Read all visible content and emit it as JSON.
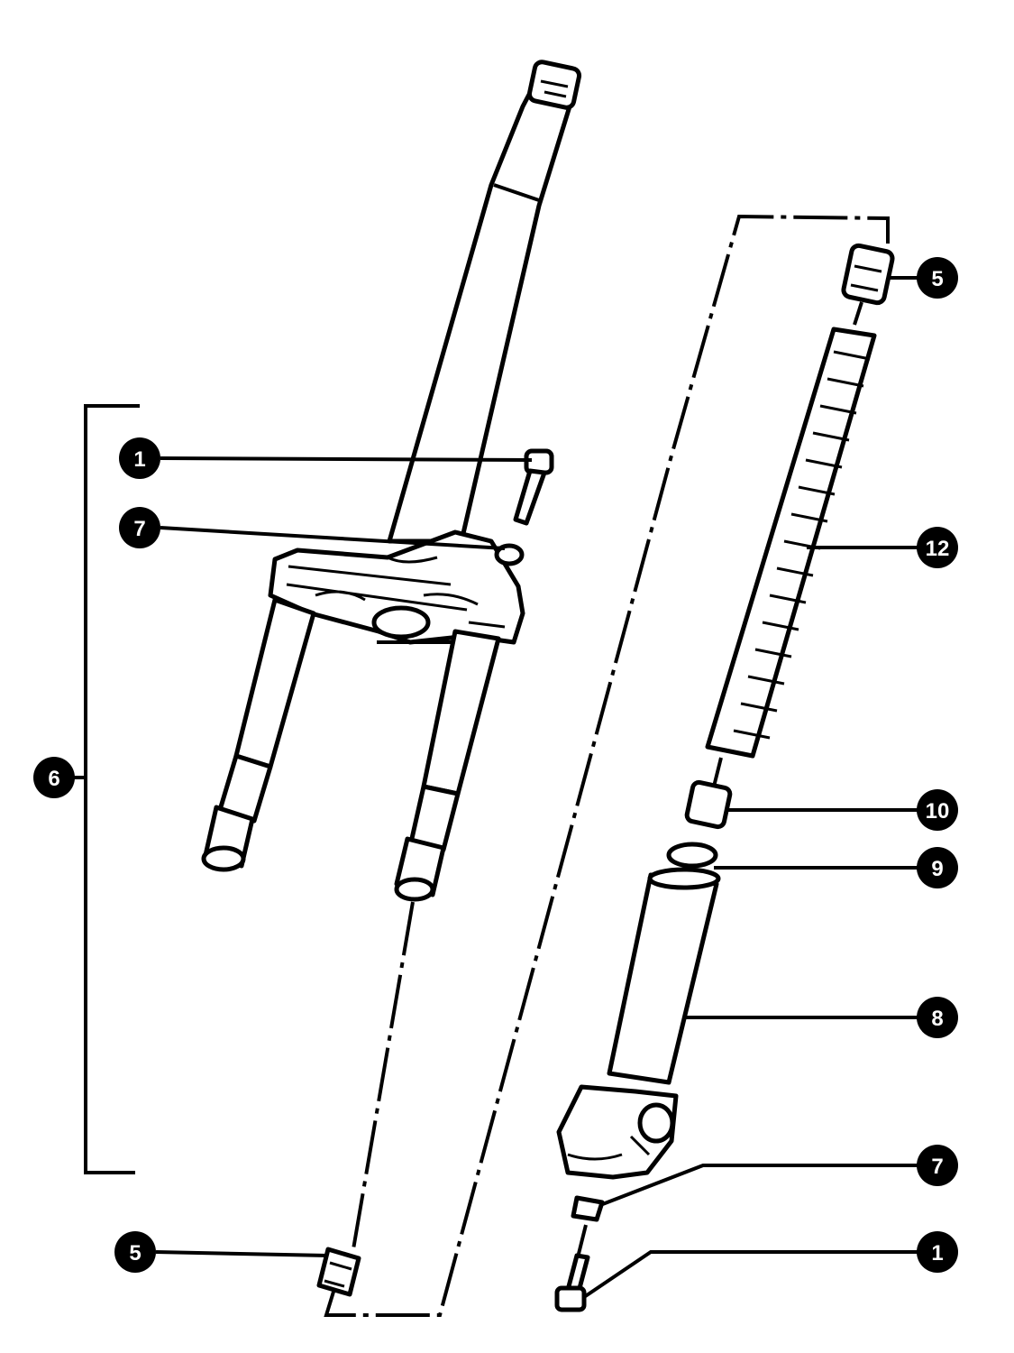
{
  "diagram": {
    "colors": {
      "ink": "#000000",
      "paper": "#ffffff"
    },
    "callouts": [
      {
        "id": "c1-left",
        "label": "1"
      },
      {
        "id": "c7-left",
        "label": "7"
      },
      {
        "id": "c6",
        "label": "6"
      },
      {
        "id": "c5-left",
        "label": "5"
      },
      {
        "id": "c5-right",
        "label": "5"
      },
      {
        "id": "c12",
        "label": "12"
      },
      {
        "id": "c10",
        "label": "10"
      },
      {
        "id": "c9",
        "label": "9"
      },
      {
        "id": "c8",
        "label": "8"
      },
      {
        "id": "c7-right",
        "label": "7"
      },
      {
        "id": "c1-right",
        "label": "1"
      }
    ]
  }
}
